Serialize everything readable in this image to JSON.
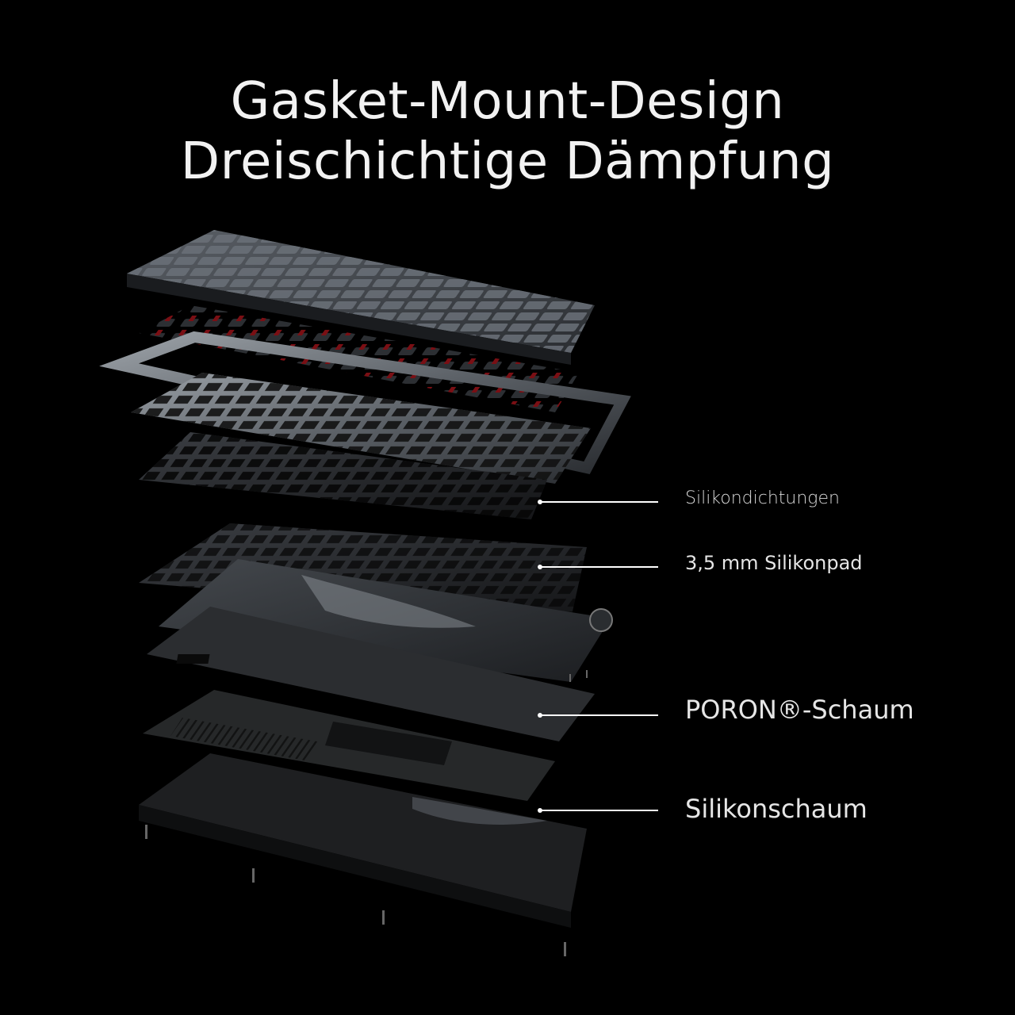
{
  "heading": {
    "line1": "Gasket-Mount-Design",
    "line2": "Dreischichtige Dämpfung"
  },
  "callouts": [
    {
      "label": "Silikondichtungen"
    },
    {
      "label": "3,5 mm Silikonpad"
    },
    {
      "label": "PORON®-Schaum"
    },
    {
      "label": "Silikonschaum"
    }
  ],
  "colors": {
    "background": "#000000",
    "text": "#f2f2f2",
    "callout_line": "#ffffff",
    "switch_stem": "#7a0f14"
  }
}
